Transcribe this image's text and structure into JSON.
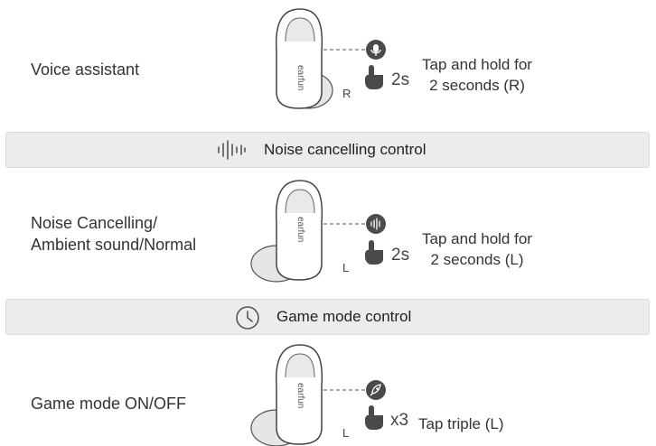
{
  "sections": [
    {
      "label_lines": [
        "Voice assistant"
      ],
      "icon": "microphone-icon",
      "duration": "2s",
      "side": "R",
      "instruction_lines": [
        "Tap and hold for",
        "2 seconds (R)"
      ]
    },
    {
      "label_lines": [
        "Noise Cancelling/",
        "Ambient sound/Normal"
      ],
      "icon": "noise-wave-icon",
      "duration": "2s",
      "side": "L",
      "instruction_lines": [
        "Tap and hold for",
        "2 seconds (L)"
      ]
    },
    {
      "label_lines": [
        "Game mode ON/OFF"
      ],
      "icon": "rocket-icon",
      "duration": "x3",
      "side": "L",
      "instruction_lines": [
        "Tap triple (L)"
      ]
    }
  ],
  "bars": [
    {
      "title": "Noise cancelling control",
      "icon": "sound-wave-icon"
    },
    {
      "title": "Game mode control",
      "icon": "clock-icon"
    }
  ],
  "brand": "earfun",
  "colors": {
    "icon_dark": "#4a4a4a",
    "bar_bg": "#ececec"
  }
}
